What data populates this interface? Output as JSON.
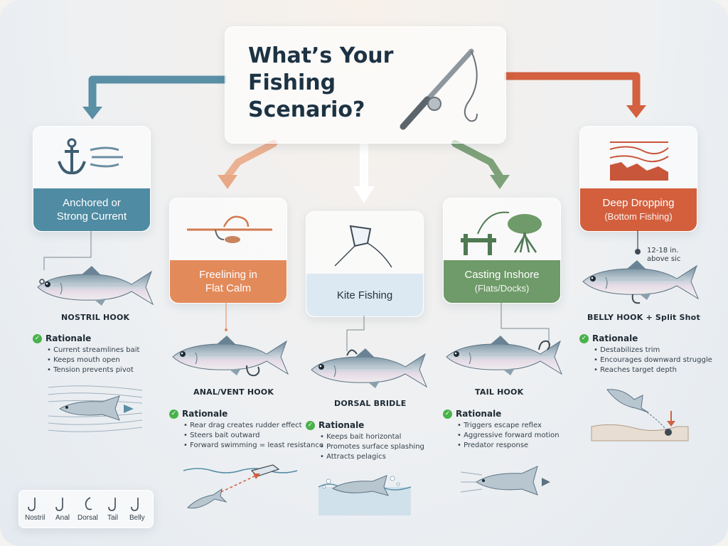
{
  "title": {
    "line1": "What’s Your",
    "line2": "Fishing",
    "line3": "Scenario?"
  },
  "colors": {
    "anchored": "#4f8ba2",
    "freelining": "#e38a5b",
    "kite": "#dce9f3",
    "casting": "#6f9a69",
    "deep": "#d35f3d",
    "check": "#49b24b"
  },
  "scenarios": [
    {
      "label_line1": "Anchored or",
      "label_line2": "Strong Current",
      "icon": "anchor-and-current-icon",
      "hook": "NOSTRIL HOOK",
      "rationale_title": "Rationale",
      "points": [
        "Current streamlines bait",
        "Keeps mouth open",
        "Tension prevents pivot"
      ]
    },
    {
      "label_line1": "Freelining in",
      "label_line2": "Flat Calm",
      "icon": "hook-on-line-icon",
      "hook": "ANAL/VENT HOOK",
      "rationale_title": "Rationale",
      "points": [
        "Rear drag creates rudder effect",
        "Steers bait outward",
        "Forward swimming = least resistance"
      ]
    },
    {
      "label_line1": "Kite Fishing",
      "icon": "kite-icon",
      "hook": "DORSAL BRIDLE",
      "rationale_title": "Rationale",
      "points": [
        "Keeps bait horizontal",
        "Promotes surface splashing",
        "Attracts pelagics"
      ]
    },
    {
      "label_line1": "Casting Inshore",
      "label_line2": "(Flats/Docks)",
      "icon": "dock-and-mangrove-icon",
      "hook": "TAIL HOOK",
      "rationale_title": "Rationale",
      "points": [
        "Triggers escape reflex",
        "Aggressive forward motion",
        "Predator response"
      ]
    },
    {
      "label_line1": "Deep Dropping",
      "label_line2": "(Bottom Fishing)",
      "icon": "depth-profile-icon",
      "hook": "BELLY HOOK + Split Shot",
      "note_line1": "12-18 in.",
      "note_line2": "above sic",
      "rationale_title": "Rationale",
      "points": [
        "Destabilizes trim",
        "Encourages downward struggle",
        "Reaches target depth"
      ]
    }
  ],
  "legend": [
    "Nostril",
    "Anal",
    "Dorsal",
    "Tail",
    "Belly"
  ]
}
